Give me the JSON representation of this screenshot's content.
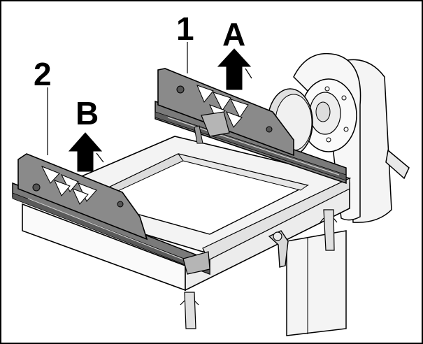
{
  "callouts": {
    "label_1": "1",
    "label_2": "2",
    "label_A": "A",
    "label_B": "B"
  },
  "colors": {
    "rail_dark": "#6f6f6f",
    "rail_mid": "#9a9a9a",
    "frame_fill": "#f2f2f2",
    "frame_shade": "#d6d6d6",
    "stroke": "#000000"
  },
  "icons": [
    "arrow-up-icon",
    "lever-handle-icon",
    "clamp-pin-icon",
    "hub-flange-icon"
  ]
}
